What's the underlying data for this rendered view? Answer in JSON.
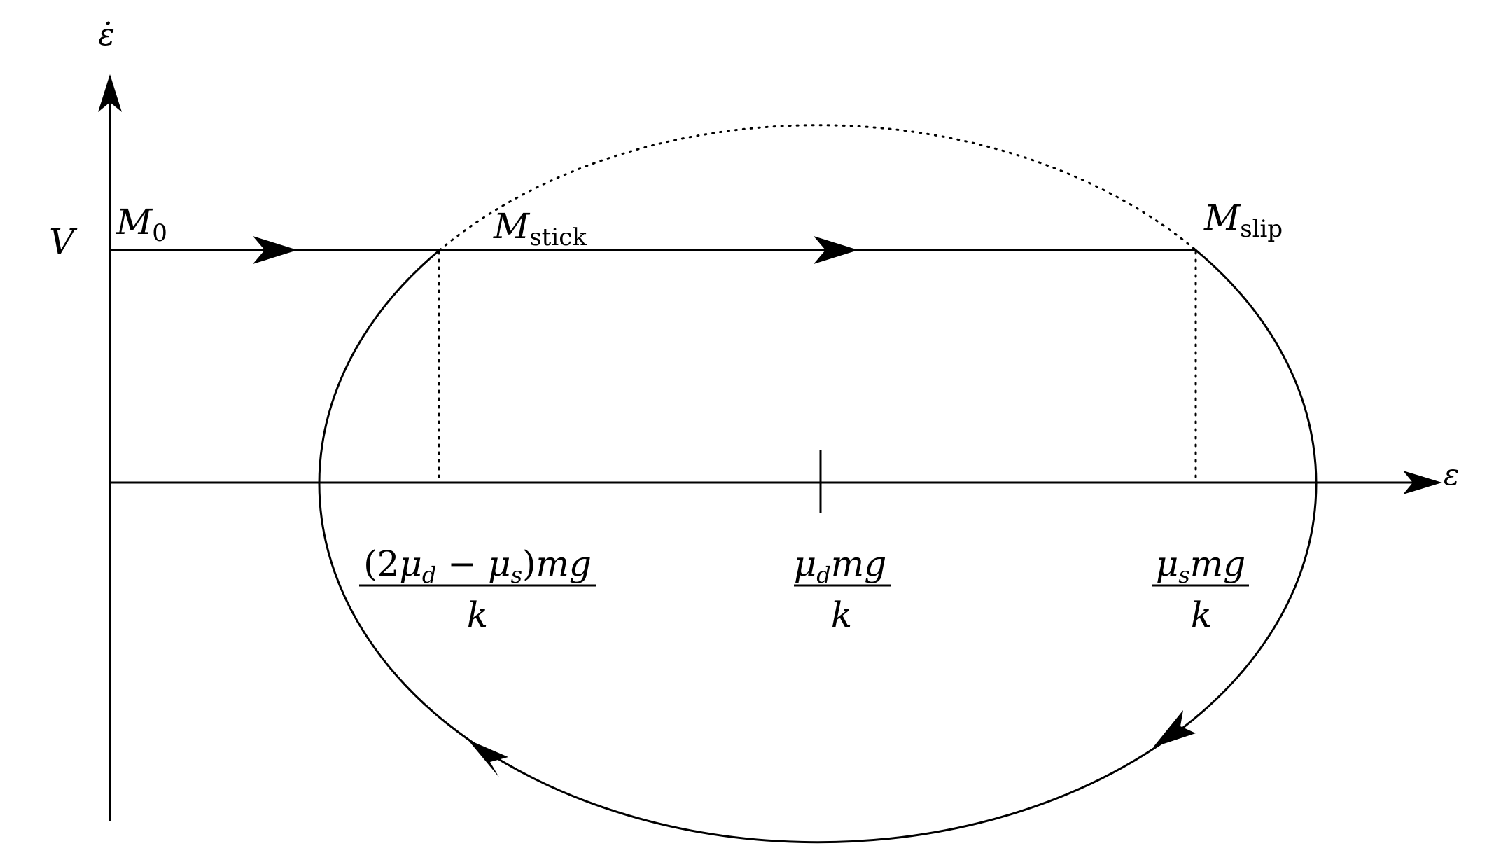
{
  "axes": {
    "y_label": "ε̇",
    "x_label": "ε",
    "v_label": "V"
  },
  "points": {
    "m0": {
      "main": "M",
      "sub": "0"
    },
    "stick": {
      "main": "M",
      "sub": "stick"
    },
    "slip": {
      "main": "M",
      "sub": "slip"
    }
  },
  "ticks": {
    "left": {
      "numerator": "(2μd − μs)mg",
      "num_parts": [
        "(2",
        "μ",
        "d",
        " − ",
        "μ",
        "s",
        ")",
        "mg"
      ],
      "denominator": "k"
    },
    "mid": {
      "numerator": "μdmg",
      "num_parts": [
        "μ",
        "d",
        "mg"
      ],
      "denominator": "k"
    },
    "right": {
      "numerator": "μsmg",
      "num_parts": [
        "μ",
        "s",
        "mg"
      ],
      "denominator": "k"
    }
  }
}
